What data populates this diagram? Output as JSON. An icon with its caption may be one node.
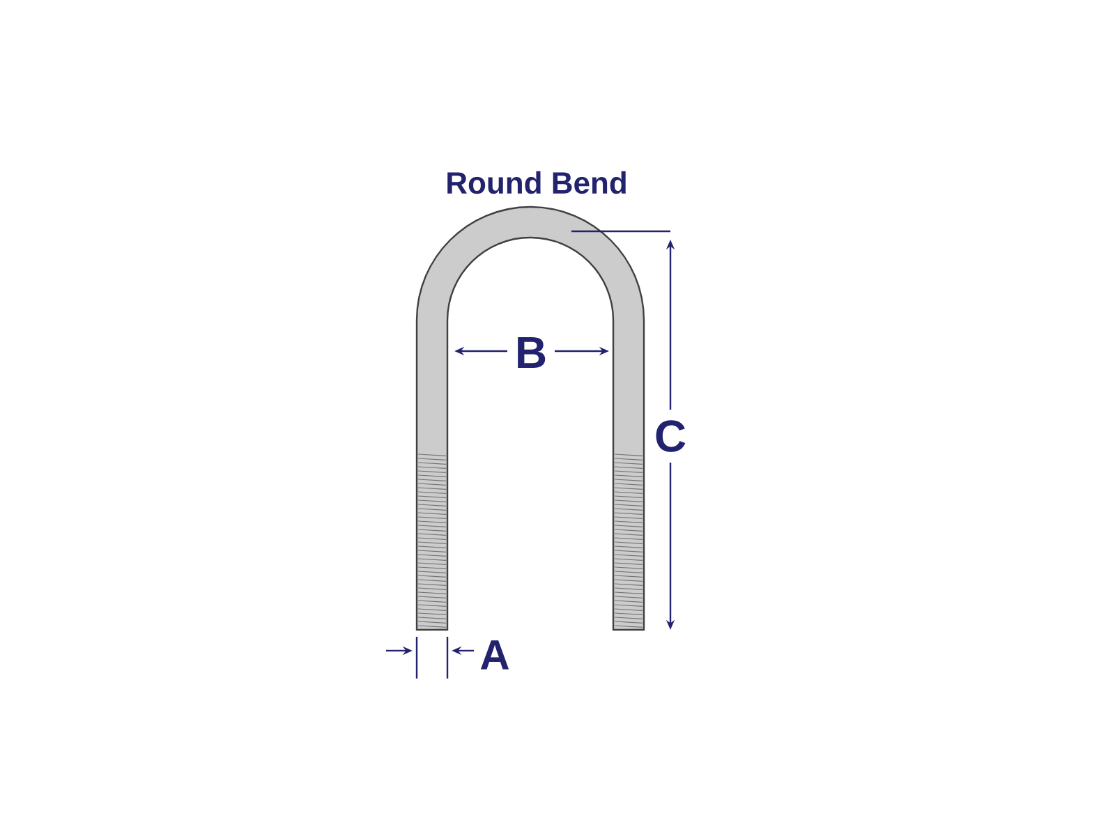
{
  "diagram": {
    "labels": [
      "Round Bend",
      "B",
      "C",
      "A"
    ]
  }
}
